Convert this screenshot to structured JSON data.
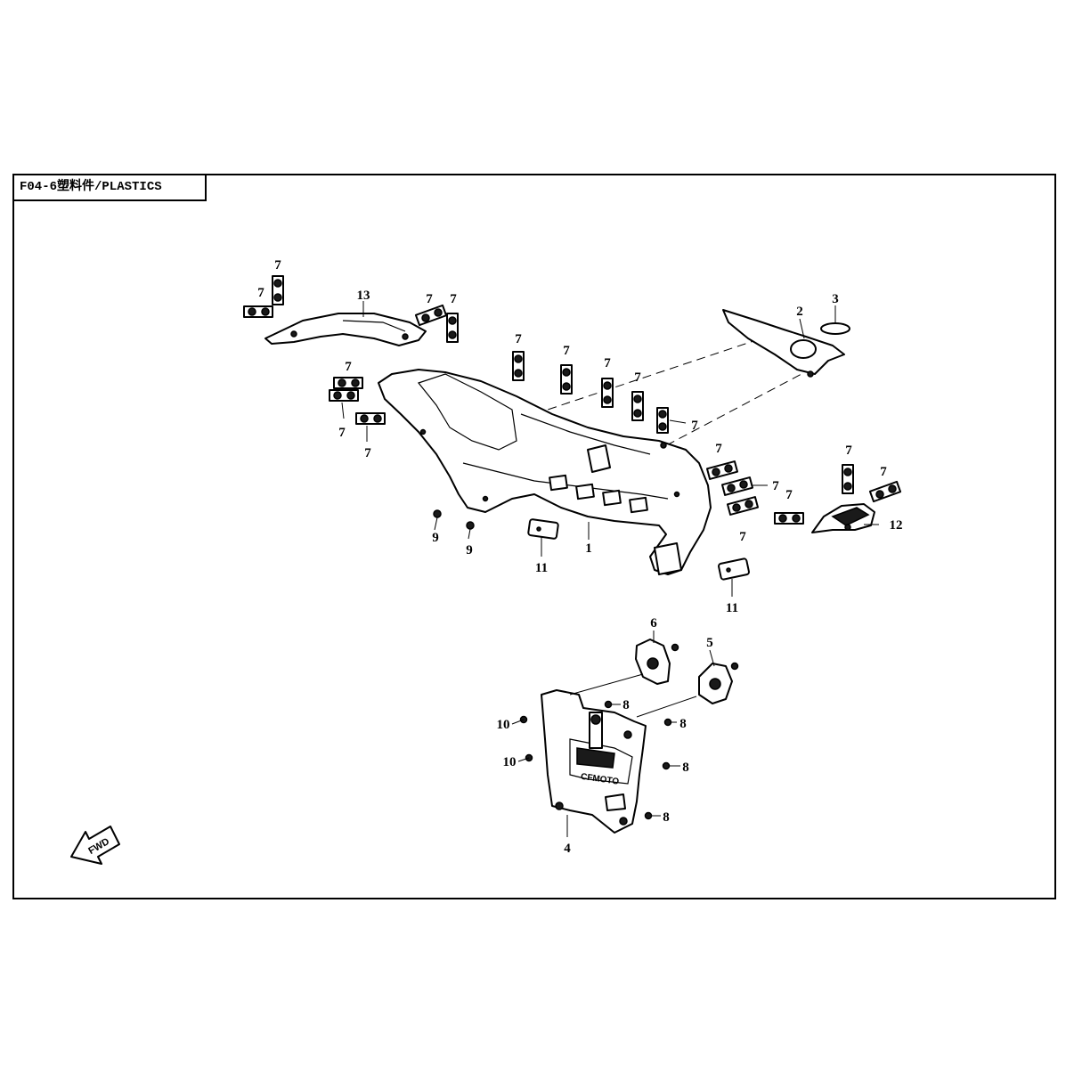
{
  "header": {
    "title": "F04-6塑料件/PLASTICS"
  },
  "callouts": {
    "c1": "1",
    "c2": "2",
    "c3": "3",
    "c4": "4",
    "c5": "5",
    "c6": "6",
    "c7": "7",
    "c8": "8",
    "c9": "9",
    "c10": "10",
    "c11": "11",
    "c12": "12",
    "c13": "13"
  },
  "logo_text": "CFMOTO",
  "fwd_text": "FWD",
  "colors": {
    "ink": "#000000",
    "paper": "#ffffff"
  }
}
